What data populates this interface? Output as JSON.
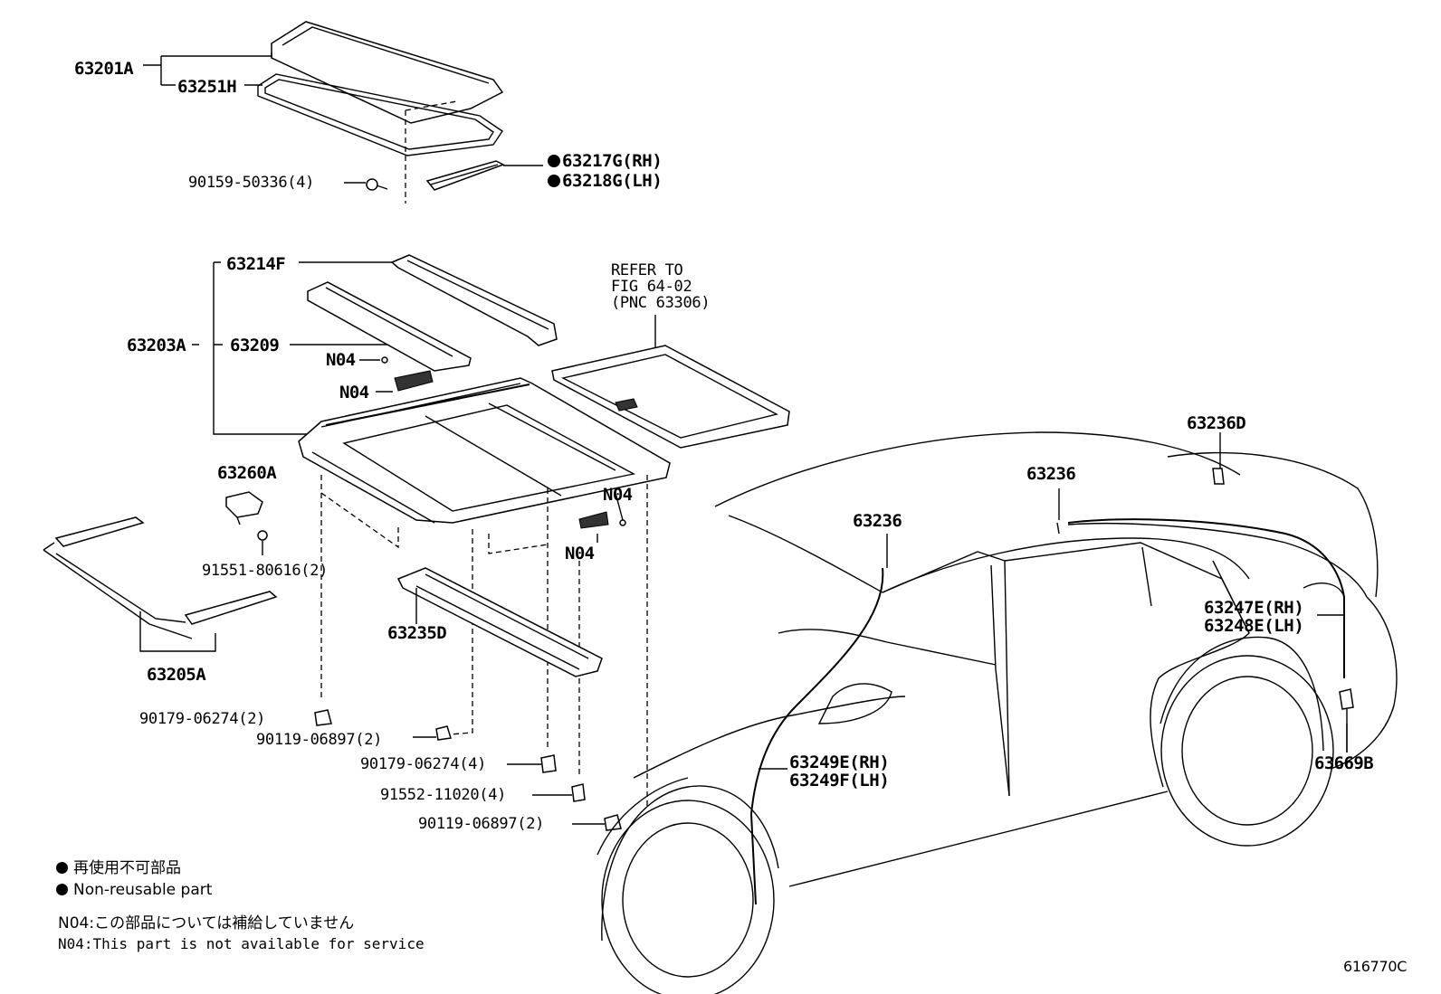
{
  "labels": {
    "p63201A": "63201A",
    "p63251H": "63251H",
    "p63217G": "63217G(RH)",
    "p63218G": "63218G(LH)",
    "p90159": "90159-50336(4)",
    "p63214F": "63214F",
    "p63203A": "63203A",
    "p63209": "63209",
    "n04_a": "N04",
    "n04_b": "N04",
    "n04_c": "N04",
    "n04_d": "N04",
    "refer": [
      "REFER TO",
      "FIG 64-02",
      "(PNC 63306)"
    ],
    "p63260A": "63260A",
    "p91551": "91551-80616(2)",
    "p63205A": "63205A",
    "p63235D": "63235D",
    "p90179_2": "90179-06274(2)",
    "p90119_2a": "90119-06897(2)",
    "p90179_4": "90179-06274(4)",
    "p91552": "91552-11020(4)",
    "p90119_2b": "90119-06897(2)",
    "p63236D": "63236D",
    "p63236_a": "63236",
    "p63236_b": "63236",
    "p63247E": "63247E(RH)",
    "p63248E": "63248E(LH)",
    "p63249E": "63249E(RH)",
    "p63249F": "63249F(LH)",
    "p63669B": "63669B"
  },
  "legend": {
    "nonreusable_jp": "再使用不可部品",
    "nonreusable_en": "Non-reusable part",
    "n04_jp": "N04:この部品については補給していません",
    "n04_en": "N04:This part is not available for service"
  },
  "figure_id": "616770C"
}
